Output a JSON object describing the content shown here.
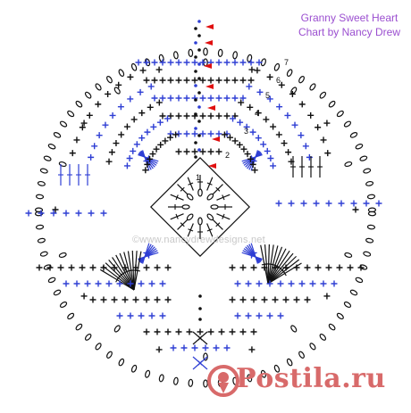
{
  "header": {
    "title": "Granny Sweet Heart",
    "credit": "Chart by Nancy Drew"
  },
  "watermark": "©www.nancydrewdesigns.net",
  "stamp": {
    "text": "Postila.ru"
  },
  "round_numbers": [
    "1",
    "2",
    "3",
    "4",
    "5",
    "6",
    "7"
  ],
  "colors": {
    "black_stitches": "#111111",
    "blue_stitches": "#2e3ed4",
    "round_start_marker": "#e01010",
    "title": "#9b4fd0",
    "watermark": "#c8c8c8",
    "stamp": "#d86a6a"
  },
  "symbols": {
    "chain": "ellipse",
    "single_crochet": "plus",
    "double_crochet": "crossed-post",
    "slip_stitch": "dot",
    "start_marker": "red-triangle"
  }
}
